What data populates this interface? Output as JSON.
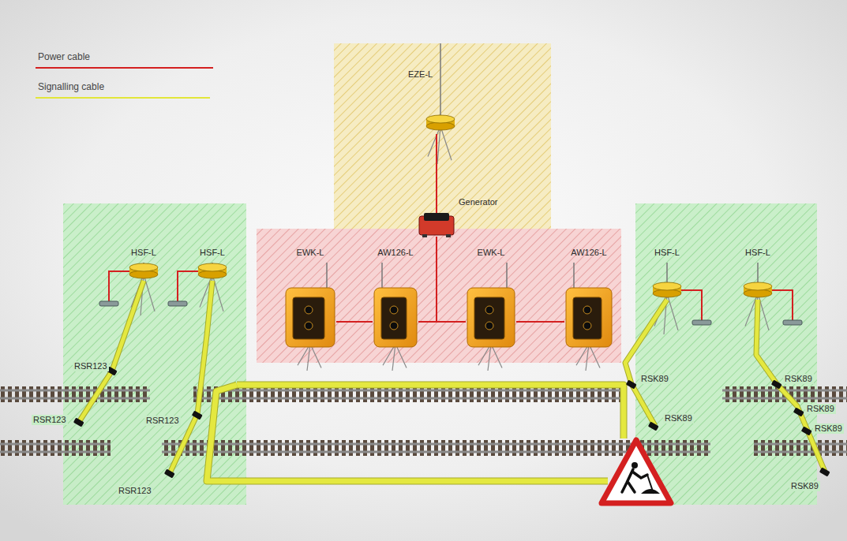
{
  "diagram": {
    "nodes": [
      {
        "text": [
          "EZE-L"
        ]
      },
      {
        "text": [
          "Generator"
        ]
      },
      {
        "text": [
          "EWK-L"
        ]
      },
      {
        "text": [
          "AW126-L"
        ]
      },
      {
        "text": [
          "EWK-L"
        ]
      },
      {
        "text": [
          "AW126-L"
        ]
      },
      {
        "text": [
          "HSF-L"
        ]
      },
      {
        "text": [
          "HSF-L"
        ]
      },
      {
        "text": [
          "HSF-L"
        ]
      },
      {
        "text": [
          "HSF-L"
        ]
      }
    ],
    "edges": [
      {
        "from": 0,
        "to": 1,
        "arrow": "none"
      },
      {
        "from": 1,
        "to": 3,
        "arrow": "none"
      },
      {
        "from": 1,
        "to": 4,
        "arrow": "none"
      },
      {
        "from": 2,
        "to": 3,
        "arrow": "none"
      },
      {
        "from": 4,
        "to": 5,
        "arrow": "none"
      }
    ],
    "labels": [
      "RSR123",
      "RSR123",
      "RSR123",
      "RSR123",
      "RSK89",
      "RSK89",
      "RSK89",
      "RSK89",
      "RSK89",
      "RSK89"
    ],
    "legend": [
      {
        "text": "Power cable"
      },
      {
        "text": "Signalling cable"
      }
    ]
  }
}
